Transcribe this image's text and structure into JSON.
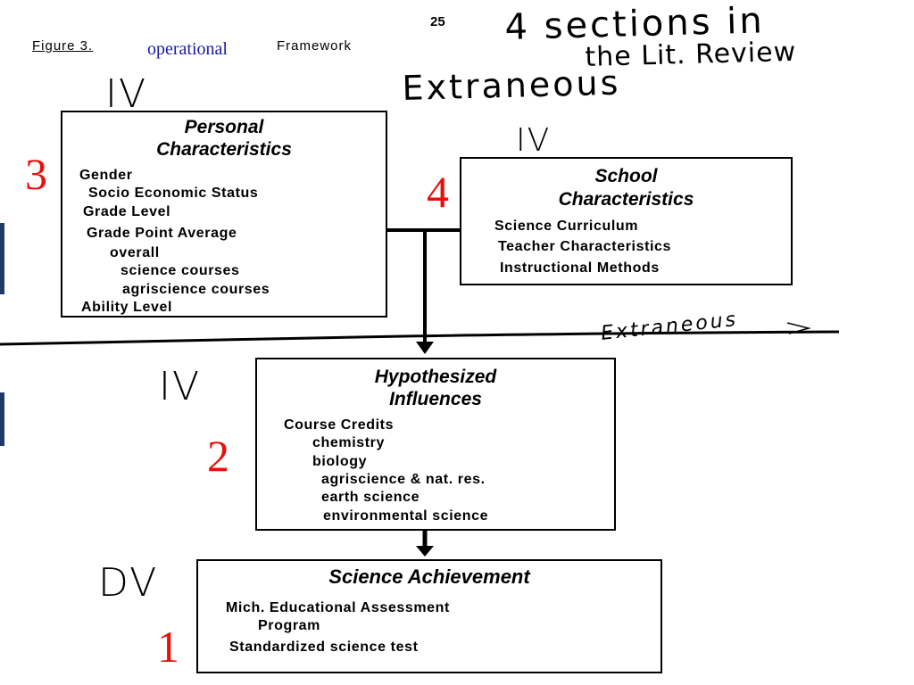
{
  "header": {
    "figure_label": "Figure 3.",
    "operational": "operational",
    "framework": "Framework",
    "page_number": "25"
  },
  "handwritten": {
    "note_line1": "4 sections in",
    "note_line2": "the Lit. Review",
    "extraneous_top": "Extraneous",
    "extraneous_right": "Extraneous",
    "iv_personal": "IV",
    "iv_school": "IV",
    "iv_hypothesized": "IV",
    "dv": "DV"
  },
  "numbers": {
    "personal": "3",
    "school": "4",
    "hypothesized": "2",
    "achievement": "1"
  },
  "boxes": {
    "personal": {
      "title_line1": "Personal",
      "title_line2": "Characteristics",
      "items": [
        "Gender",
        "Socio Economic Status",
        "Grade Level",
        "Grade Point Average",
        "overall",
        "science courses",
        "agriscience courses",
        "Ability Level"
      ]
    },
    "school": {
      "title_line1": "School",
      "title_line2": "Characteristics",
      "items": [
        "Science Curriculum",
        "Teacher Characteristics",
        "Instructional Methods"
      ]
    },
    "hypothesized": {
      "title_line1": "Hypothesized",
      "title_line2": "Influences",
      "items": [
        "Course Credits",
        "chemistry",
        "biology",
        "agriscience & nat. res.",
        "earth science",
        "environmental science"
      ]
    },
    "achievement": {
      "title": "Science Achievement",
      "items": [
        "Mich. Educational Assessment",
        "Program",
        "Standardized science test"
      ]
    }
  },
  "colors": {
    "annotation_red": "#e8100c",
    "operational_blue": "#1a1aa6",
    "edge_navy": "#1d3b66"
  }
}
